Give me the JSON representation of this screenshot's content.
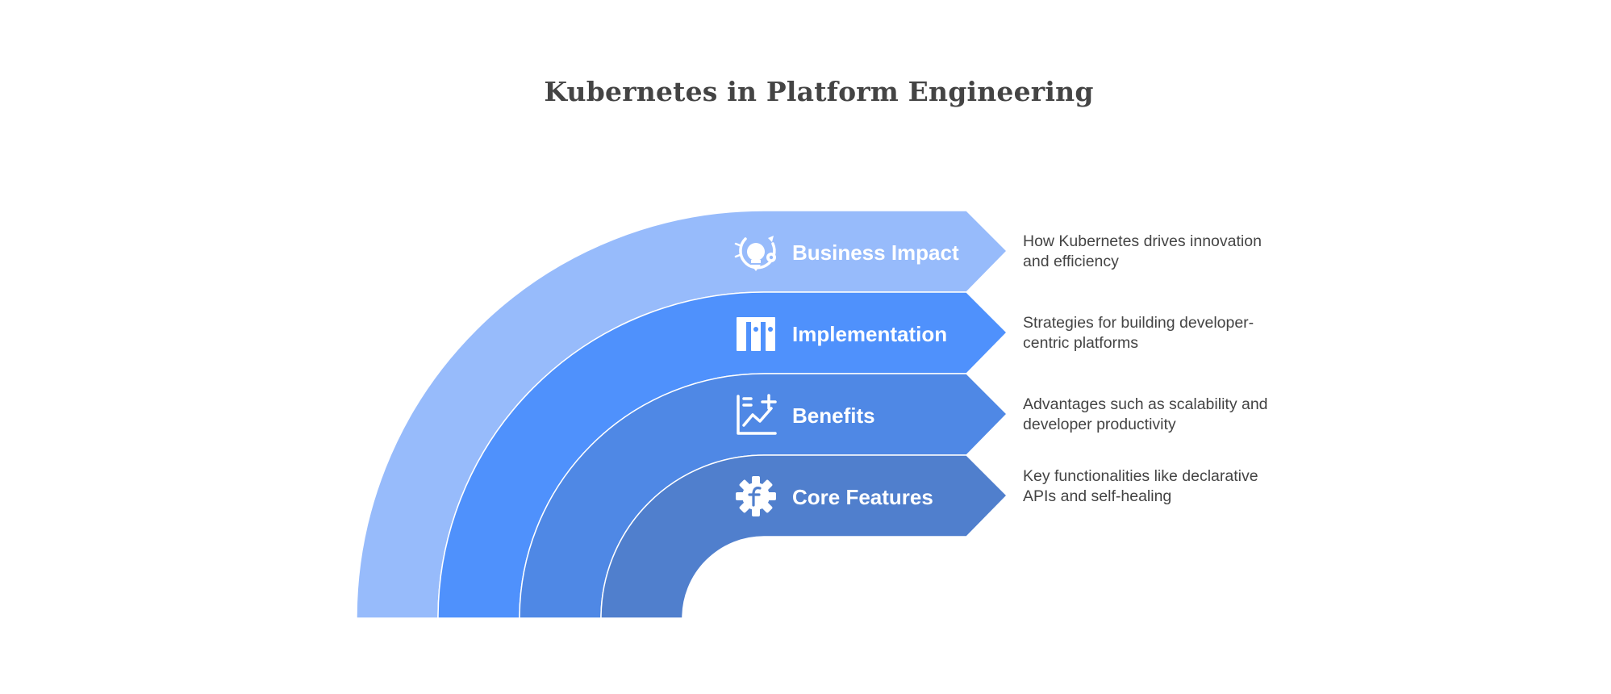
{
  "title": "Kubernetes in Platform Engineering",
  "colors": {
    "business": "#97bbfb",
    "implementation": "#4f91fc",
    "benefits": "#4f88e5",
    "core": "#507fcd",
    "title": "#444444",
    "text": "#444444"
  },
  "layers": [
    {
      "id": "business",
      "label": "Business Impact",
      "description": "How Kubernetes drives innovation and efficiency",
      "icon": "lightbulb-gear-icon"
    },
    {
      "id": "implementation",
      "label": "Implementation",
      "description": "Strategies for building developer-centric platforms",
      "icon": "pillars-icon"
    },
    {
      "id": "benefits",
      "label": "Benefits",
      "description": "Advantages such as scalability and developer productivity",
      "icon": "growth-chart-icon"
    },
    {
      "id": "core",
      "label": "Core Features",
      "description": "Key functionalities like declarative APIs and self-healing",
      "icon": "feature-gear-icon"
    }
  ]
}
